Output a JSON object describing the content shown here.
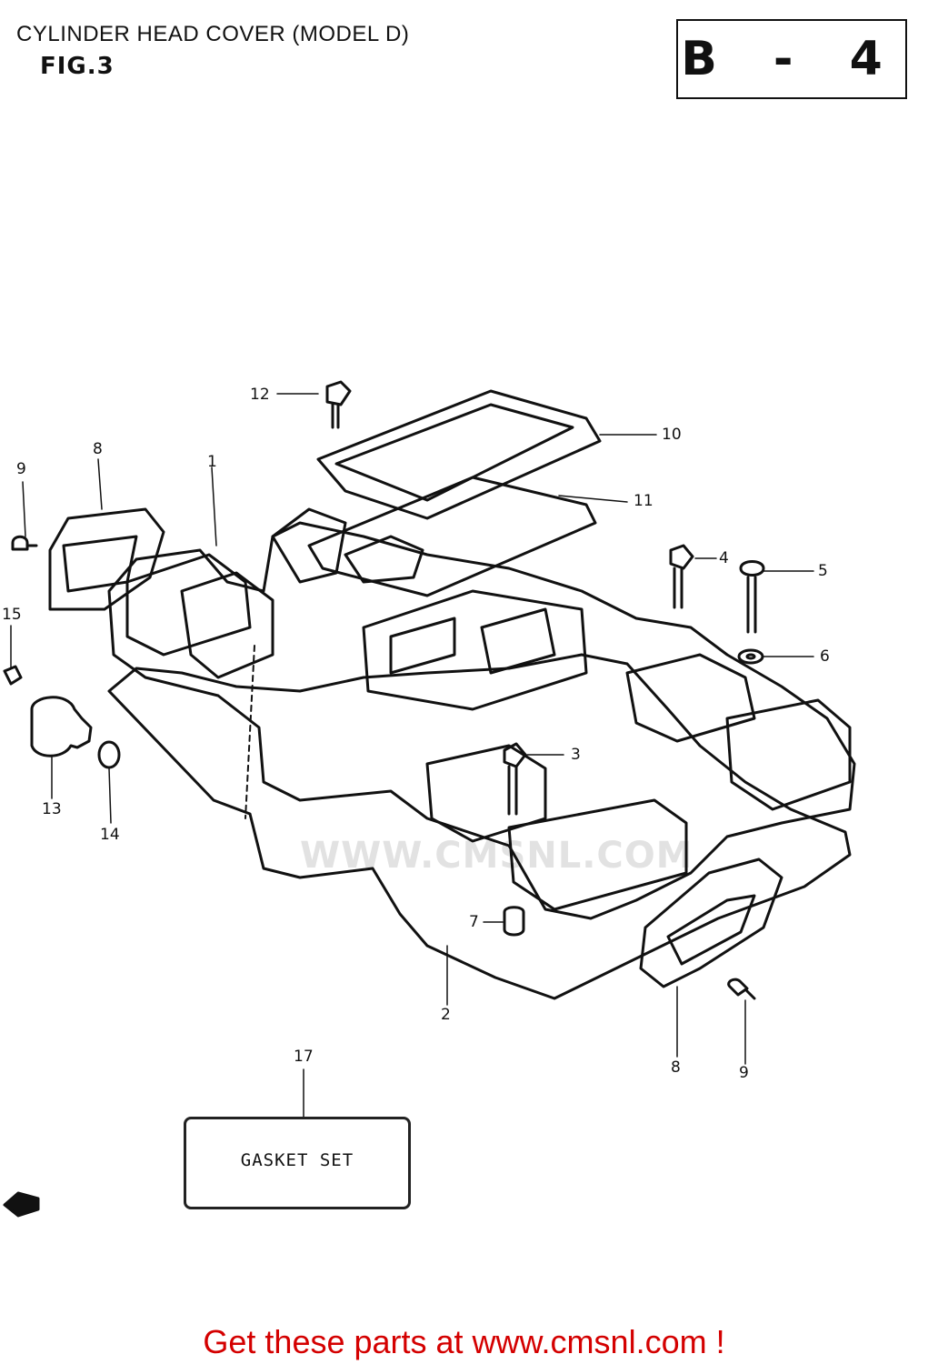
{
  "header": {
    "title": "CYLINDER HEAD COVER (MODEL D)",
    "figure": "FIG.3",
    "code": "B - 4"
  },
  "callouts": [
    "12",
    "10",
    "11",
    "9",
    "8",
    "1",
    "4",
    "5",
    "6",
    "15",
    "3",
    "13",
    "14",
    "7",
    "2",
    "8",
    "9",
    "17"
  ],
  "gasket_set_label": "GASKET SET",
  "watermark": "WWW.CMSNL.COM",
  "footer": "Get these parts at www.cmsnl.com !"
}
